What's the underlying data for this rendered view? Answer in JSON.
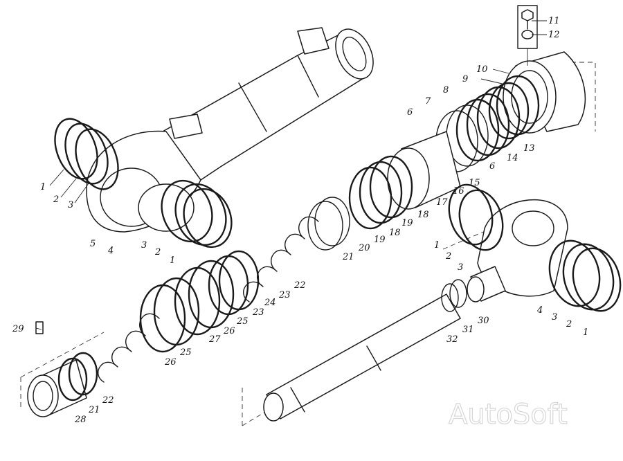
{
  "diagram": {
    "watermark": "AutoSoft",
    "callouts": [
      "1",
      "2",
      "3",
      "4",
      "5",
      "6",
      "7",
      "8",
      "9",
      "10",
      "11",
      "12",
      "13",
      "14",
      "15",
      "16",
      "17",
      "18",
      "19",
      "20",
      "21",
      "22",
      "23",
      "24",
      "25",
      "26",
      "27",
      "28",
      "29",
      "30",
      "31",
      "32"
    ]
  }
}
